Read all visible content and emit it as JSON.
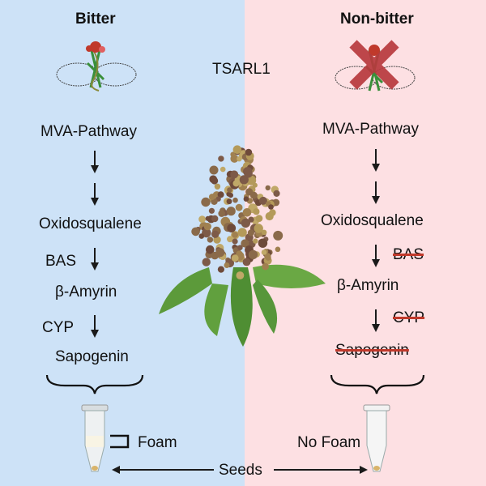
{
  "colors": {
    "bitter_bg": "#cde2f7",
    "nonbitter_bg": "#fde0e3",
    "strike": "#c0392b",
    "cross": "#b8393e",
    "arrow": "#1a1a1a"
  },
  "gene_label": "TSARL1",
  "bitter": {
    "title": "Bitter",
    "pathway": [
      "MVA-Pathway",
      "Oxidosqualene",
      "β-Amyrin",
      "Sapogenin"
    ],
    "enzymes": [
      "BAS",
      "CYP"
    ],
    "foam_label": "Foam"
  },
  "nonbitter": {
    "title": "Non-bitter",
    "pathway": [
      "MVA-Pathway",
      "Oxidosqualene",
      "β-Amyrin",
      "Sapogenin"
    ],
    "enzymes": [
      "BAS",
      "CYP"
    ],
    "foam_label": "No Foam"
  },
  "seeds_label": "Seeds",
  "icons": [
    "protein-structure-icon",
    "cross-icon",
    "quinoa-plant-image",
    "tube-icon"
  ]
}
